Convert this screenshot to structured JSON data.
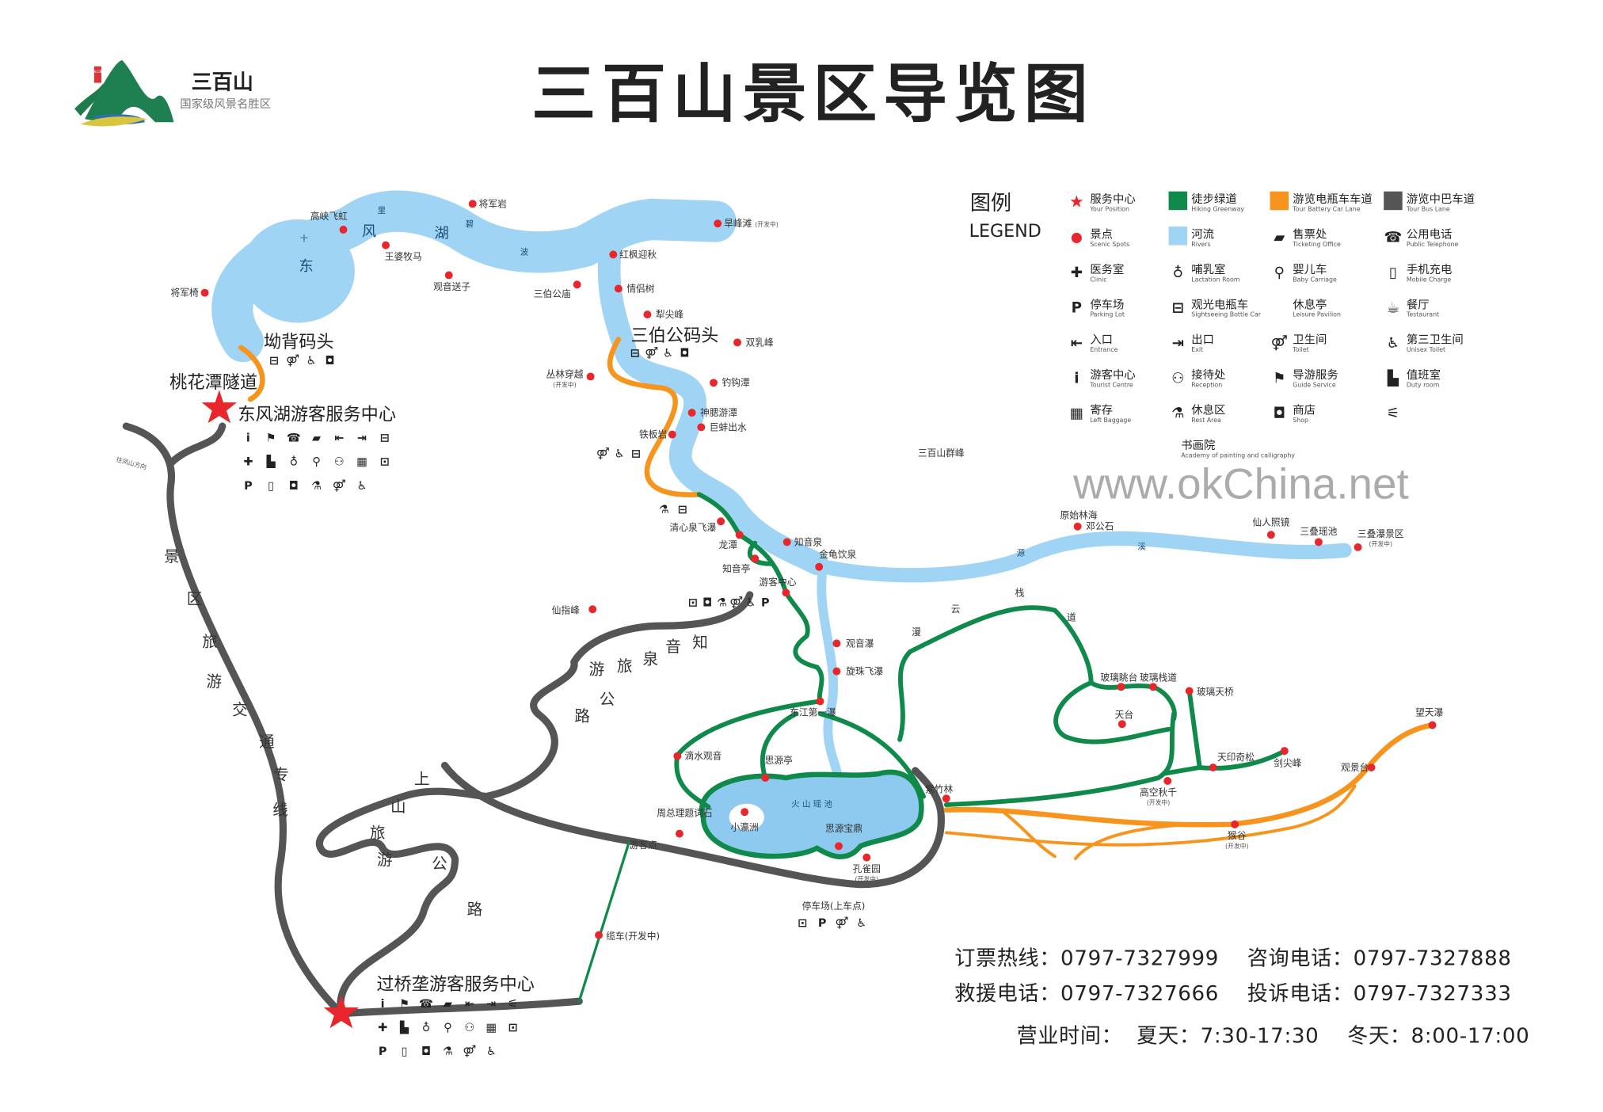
{
  "header": {
    "title": "三百山景区导览图",
    "logo": {
      "name": "三百山",
      "subtitle": "国家级风景名胜区",
      "seal": "东江源"
    }
  },
  "legend": {
    "title_cn": "图例",
    "title_en": "LEGEND",
    "items": [
      {
        "cn": "服务中心",
        "en": "Your Position",
        "icon": "star-icon"
      },
      {
        "cn": "徒步绿道",
        "en": "Hiking Greenway",
        "icon": "swatch",
        "color": "#0f8a4a"
      },
      {
        "cn": "游览电瓶车车道",
        "en": "Tour Battery Car Lane",
        "icon": "swatch",
        "color": "#f7941d"
      },
      {
        "cn": "游览中巴车道",
        "en": "Tour Bus Lane",
        "icon": "swatch",
        "color": "#555555"
      },
      {
        "cn": "景点",
        "en": "Scenic Spots",
        "icon": "dot-icon"
      },
      {
        "cn": "河流",
        "en": "Rivers",
        "icon": "swatch",
        "color": "#9fd4f5"
      },
      {
        "cn": "售票处",
        "en": "Ticketing Office",
        "icon": "ticket-icon"
      },
      {
        "cn": "公用电话",
        "en": "Public Telephone",
        "icon": "phone-icon"
      },
      {
        "cn": "医务室",
        "en": "Clinic",
        "icon": "cross-icon"
      },
      {
        "cn": "哺乳室",
        "en": "Lactation Room",
        "icon": "lactation-icon"
      },
      {
        "cn": "婴儿车",
        "en": "Baby Carriage",
        "icon": "stroller-icon"
      },
      {
        "cn": "手机充电",
        "en": "Mobile Charge",
        "icon": "charger-icon"
      },
      {
        "cn": "停车场",
        "en": "Parking Lot",
        "icon": "parking-icon"
      },
      {
        "cn": "观光电瓶车",
        "en": "Sightseeing Bottle Car",
        "icon": "cart-icon"
      },
      {
        "cn": "休息亭",
        "en": "Leisure Pavilion",
        "icon": ""
      },
      {
        "cn": "餐厅",
        "en": "Testaurant",
        "icon": "bowl-icon"
      },
      {
        "cn": "入口",
        "en": "Entrance",
        "icon": "entrance-icon"
      },
      {
        "cn": "出口",
        "en": "Exit",
        "icon": "exit-icon"
      },
      {
        "cn": "卫生间",
        "en": "Toilet",
        "icon": "toilet-icon"
      },
      {
        "cn": "第三卫生间",
        "en": "Unisex Toilet",
        "icon": "unisex-toilet-icon"
      },
      {
        "cn": "游客中心",
        "en": "Tourist Centre",
        "icon": "info-icon"
      },
      {
        "cn": "接待处",
        "en": "Reception",
        "icon": "reception-icon"
      },
      {
        "cn": "导游服务",
        "en": "Guide Service",
        "icon": "guide-icon"
      },
      {
        "cn": "值班室",
        "en": "Duty room",
        "icon": "duty-icon"
      },
      {
        "cn": "寄存",
        "en": "Left Baggage",
        "icon": "baggage-icon"
      },
      {
        "cn": "休息区",
        "en": "Rest Area",
        "icon": "rest-icon"
      },
      {
        "cn": "商店",
        "en": "Shop",
        "icon": "shop-icon"
      },
      {
        "cn": "",
        "en": "",
        "icon": "smoking-icon"
      },
      {
        "cn": "书画院",
        "en": "Academy of painting and calligraphy",
        "icon": ""
      }
    ]
  },
  "map": {
    "water_labels": [
      "东",
      "风",
      "湖",
      "十",
      "里",
      "碧",
      "波",
      "火 山 瑶 池",
      "源",
      "溪"
    ],
    "road_labels": {
      "bus_line": [
        "景",
        "区",
        "旅",
        "游",
        "交",
        "通",
        "专",
        "线"
      ],
      "zhiyin_road": [
        "知",
        "音",
        "泉",
        "旅",
        "游",
        "公",
        "路"
      ],
      "uphill_road": [
        "上",
        "山",
        "旅",
        "游",
        "公",
        "路"
      ],
      "plank_road": [
        "漫",
        "云",
        "栈",
        "道"
      ],
      "to_town": "往凤山方向"
    },
    "major_places": {
      "aobei_pier": "坳背码头",
      "sanbogong_pier": "三伯公码头",
      "taohuatan_tunnel": "桃花潭隧道",
      "dongfenghu_center": "东风湖游客服务中心",
      "guoqiaolong_center": "过桥垄游客服务中心",
      "parking_boarding": "停车场(上车点)",
      "peaks": "三百山群峰"
    },
    "spots": [
      {
        "name": "高峡飞虹"
      },
      {
        "name": "将军岩"
      },
      {
        "name": "王婆牧马"
      },
      {
        "name": "观音送子"
      },
      {
        "name": "将军椅"
      },
      {
        "name": "旱峰滩",
        "note": "(开发中)"
      },
      {
        "name": "红枫迎秋"
      },
      {
        "name": "三伯公庙"
      },
      {
        "name": "情侣树"
      },
      {
        "name": "犁尖峰"
      },
      {
        "name": "双乳峰"
      },
      {
        "name": "丛林穿越",
        "note": "(开发中)"
      },
      {
        "name": "钓钩潭"
      },
      {
        "name": "神腮游潭"
      },
      {
        "name": "巨蚌出水"
      },
      {
        "name": "铁板岩"
      },
      {
        "name": "清心泉飞瀑"
      },
      {
        "name": "龙潭"
      },
      {
        "name": "知音泉"
      },
      {
        "name": "金龟饮泉"
      },
      {
        "name": "知音亭"
      },
      {
        "name": "游客中心"
      },
      {
        "name": "仙指峰"
      },
      {
        "name": "观音瀑"
      },
      {
        "name": "旋珠飞瀑"
      },
      {
        "name": "东江第一瀑"
      },
      {
        "name": "滴水观音"
      },
      {
        "name": "思源亭"
      },
      {
        "name": "小瀛洲"
      },
      {
        "name": "思源宝鼎"
      },
      {
        "name": "孔雀园",
        "note": "(开发中)"
      },
      {
        "name": "紫竹林"
      },
      {
        "name": "周总理题词石"
      },
      {
        "name": "游客点"
      },
      {
        "name": "缆车(开发中)"
      },
      {
        "name": "玻璃眺台"
      },
      {
        "name": "玻璃栈道"
      },
      {
        "name": "玻璃天桥"
      },
      {
        "name": "天台"
      },
      {
        "name": "天印奇松"
      },
      {
        "name": "剑尖峰"
      },
      {
        "name": "高空秋千",
        "note": "(开发中)"
      },
      {
        "name": "猴谷",
        "note": "(开发中)"
      },
      {
        "name": "观景台"
      },
      {
        "name": "望天瀑"
      },
      {
        "name": "原始林海"
      },
      {
        "name": "邓公石"
      },
      {
        "name": "仙人照镜"
      },
      {
        "name": "三叠瑶池"
      },
      {
        "name": "三叠瀑景区",
        "note": "(开发中)"
      }
    ],
    "facility_rows": {
      "aobei": [
        "cart-icon",
        "toilet-icon",
        "unisex-toilet-icon",
        "shop-icon"
      ],
      "sanbogong": [
        "cart-icon",
        "toilet-icon",
        "unisex-toilet-icon",
        "shop-icon"
      ],
      "tieban": [
        "toilet-icon",
        "unisex-toilet-icon",
        "cart-icon"
      ],
      "qingxin": [
        "rest-icon",
        "cart-icon"
      ],
      "youke": [
        "bus-icon",
        "shop-icon",
        "rest-icon",
        "toilet-icon",
        "unisex-toilet-icon",
        "parking-icon"
      ],
      "dongfenghu": [
        [
          "info-icon",
          "guide-icon",
          "phone-icon",
          "ticket-icon",
          "entrance-icon",
          "exit-icon",
          "cart-icon"
        ],
        [
          "cross-icon",
          "duty-icon",
          "lactation-icon",
          "stroller-icon",
          "reception-icon",
          "baggage-icon",
          "bus-icon"
        ],
        [
          "parking-icon",
          "charger-icon",
          "shop-icon",
          "rest-icon",
          "toilet-icon",
          "unisex-toilet-icon"
        ]
      ],
      "guoqiaolong": [
        [
          "info-icon",
          "guide-icon",
          "phone-icon",
          "ticket-icon",
          "entrance-icon",
          "exit-icon",
          "smoking-icon"
        ],
        [
          "cross-icon",
          "duty-icon",
          "lactation-icon",
          "stroller-icon",
          "reception-icon",
          "baggage-icon",
          "bus-icon"
        ],
        [
          "parking-icon",
          "charger-icon",
          "shop-icon",
          "rest-icon",
          "toilet-icon",
          "unisex-toilet-icon"
        ]
      ],
      "parking": [
        "bus-icon",
        "parking-icon",
        "toilet-icon",
        "unisex-toilet-icon"
      ]
    }
  },
  "contacts": {
    "booking": "订票热线：0797-7327999",
    "inquiry": "咨询电话：0797-7327888",
    "rescue": "救援电话：0797-7327666",
    "complaint": "投诉电话：0797-7327333",
    "hours": "营业时间：  夏天：7:30-17:30    冬天：8:00-17:00"
  },
  "watermark": "www.okChina.net",
  "colors": {
    "hiking": "#0f8a4a",
    "battery": "#f7941d",
    "bus": "#555555",
    "river": "#9fd4f5",
    "spot": "#e8262b"
  }
}
